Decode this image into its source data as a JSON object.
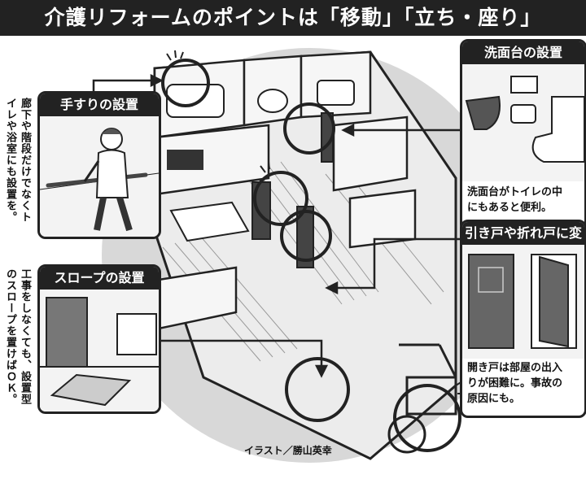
{
  "title": "介護リフォームのポイントは「移動」「立ち・座り」",
  "panels": {
    "handrail": {
      "label": "手すりの設置"
    },
    "slope": {
      "label": "スロープの設置"
    },
    "washbasin": {
      "label": "洗面台の設置",
      "caption_line1": "洗面台がトイレの中",
      "caption_line2": "にもあると便利。"
    },
    "door": {
      "label": "引き戸や折れ戸に変更",
      "caption_line1": "開き戸は部屋の出入",
      "caption_line2": "りが困難に。事故の",
      "caption_line3": "原因にも。"
    }
  },
  "side_notes": {
    "handrail_col1": "廊下や階段だけでなくト",
    "handrail_col2": "イレや浴室にも設置を。",
    "slope_col1": "工事をしなくても、設置型",
    "slope_col2": "のスロープを置けばＯＫ。"
  },
  "credit": "イラスト／勝山英幸",
  "colors": {
    "dark": "#222222",
    "floor": "#cfcfcf",
    "circle": "#d6d6d6",
    "wall": "#f2f2f2"
  }
}
